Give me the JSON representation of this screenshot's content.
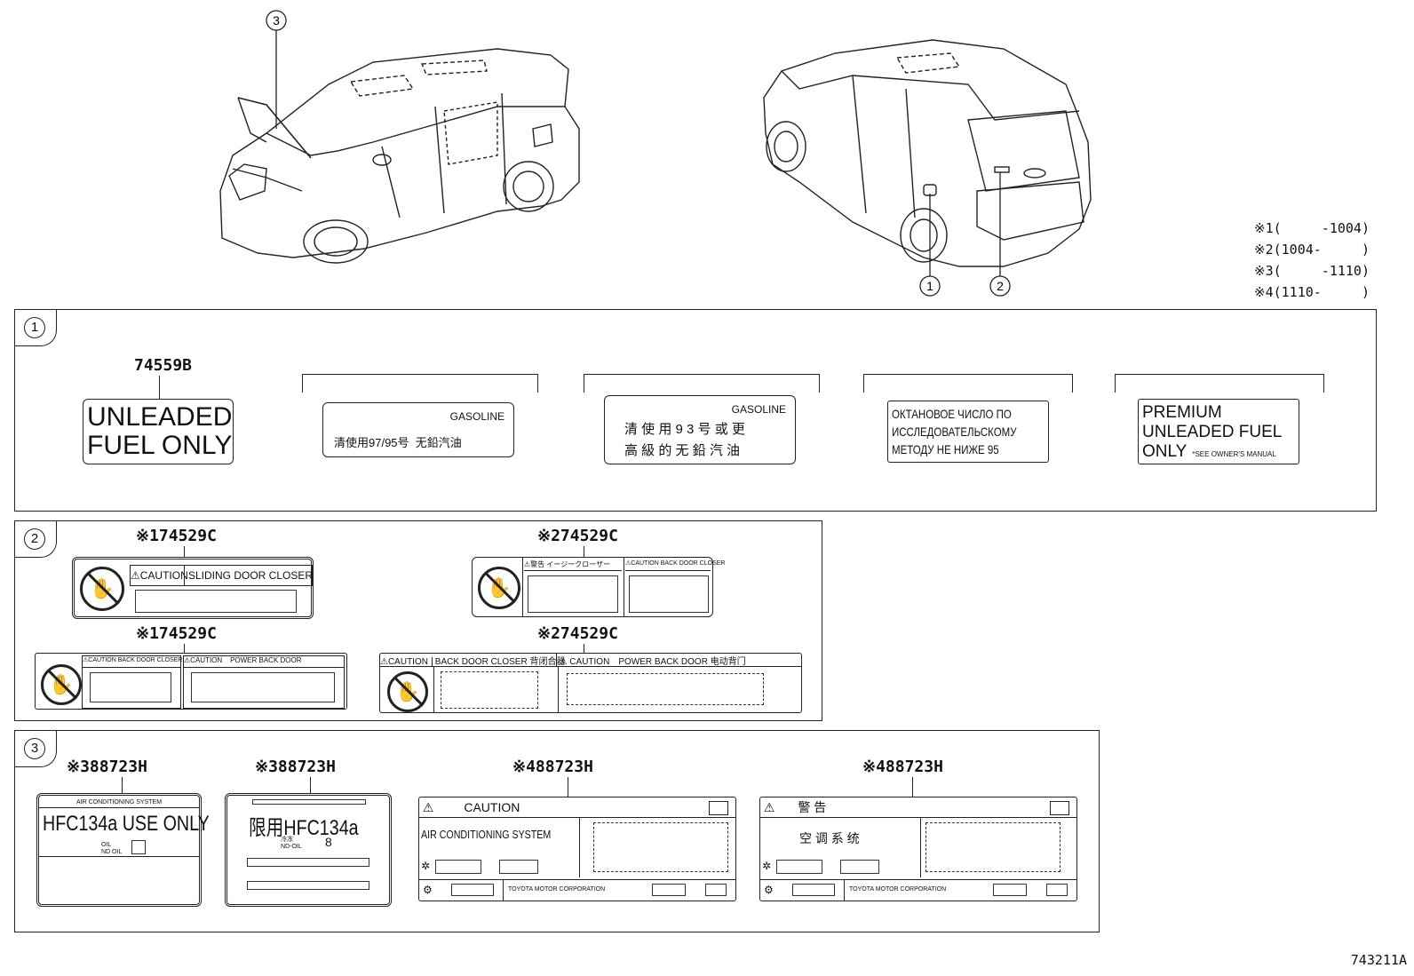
{
  "callouts": {
    "c1": "1",
    "c2": "2",
    "c3": "3"
  },
  "legend": [
    {
      "mark": "※1",
      "text": "(     -1004)"
    },
    {
      "mark": "※2",
      "text": "(1004-     )"
    },
    {
      "mark": "※3",
      "text": "(     -1110)"
    },
    {
      "mark": "※4",
      "text": "(1110-     )"
    }
  ],
  "diagram_id": "743211A",
  "section1": {
    "badge": "1",
    "part_no": "74559B",
    "label_unleaded": {
      "line1": "UNLEADED",
      "line2": "FUEL ONLY"
    },
    "label_gasoline_cn1": {
      "head": "GASOLINE",
      "body": "清使用97/95号  无鉛汽油"
    },
    "label_gasoline_cn2": {
      "head": "GASOLINE",
      "line1": "清 使 用 9 3 号 或 更",
      "line2": "高 級 的 无 鉛 汽 油"
    },
    "label_ru": {
      "line1": "ОКТАНОВОЕ ЧИСЛО ПО",
      "line2": "ИССЛЕДОВАТЕЛЬСКОМУ",
      "line3": "МЕТОДУ НЕ НИЖЕ 95"
    },
    "label_premium": {
      "line1": "PREMIUM",
      "line2": "UNLEADED FUEL",
      "line3": "ONLY",
      "small": "*SEE OWNER'S MANUAL"
    }
  },
  "section2": {
    "badge": "2",
    "pn_a": {
      "mark": "※1",
      "no": "74529C"
    },
    "pn_b": {
      "mark": "※2",
      "no": "74529C"
    },
    "pn_c": {
      "mark": "※1",
      "no": "74529C"
    },
    "pn_d": {
      "mark": "※2",
      "no": "74529C"
    },
    "la": {
      "caution": "⚠CAUTION",
      "title": "SLIDING DOOR CLOSER"
    },
    "lb": {
      "w1": "⚠警告",
      "t1": "イージークローザー",
      "w2": "⚠CAUTION",
      "t2": "BACK DOOR CLOSER"
    },
    "lc": {
      "w1": "⚠CAUTION",
      "t1": "BACK DOOR CLOSER",
      "w2": "⚠CAUTION",
      "t2": "POWER BACK DOOR"
    },
    "ld": {
      "w1": "⚠CAUTION",
      "t1": "BACK DOOR CLOSER  背闭合器",
      "w2": "⚠ CAUTION",
      "t2": "POWER BACK DOOR  电动背门"
    }
  },
  "section3": {
    "badge": "3",
    "pn_a": {
      "mark": "※3",
      "no": "88723H"
    },
    "pn_b": {
      "mark": "※3",
      "no": "88723H"
    },
    "pn_c": {
      "mark": "※4",
      "no": "88723H"
    },
    "pn_d": {
      "mark": "※4",
      "no": "88723H"
    },
    "la": {
      "top": "AIR CONDITIONING SYSTEM",
      "main": "HFC134a USE ONLY",
      "oil1": "OIL",
      "oil2": "ND OIL"
    },
    "lb": {
      "main": "限用HFC134a",
      "oil1": "冷冻",
      "oil2": "ND-OIL",
      "num": "8"
    },
    "lc": {
      "caution": "CAUTION",
      "system": "AIR CONDITIONING SYSTEM",
      "maker": "TOYOTA MOTOR CORPORATION"
    },
    "ld": {
      "caution": "警 告",
      "system": "空 调 系 统",
      "maker": "TOYOTA MOTOR CORPORATION"
    }
  }
}
